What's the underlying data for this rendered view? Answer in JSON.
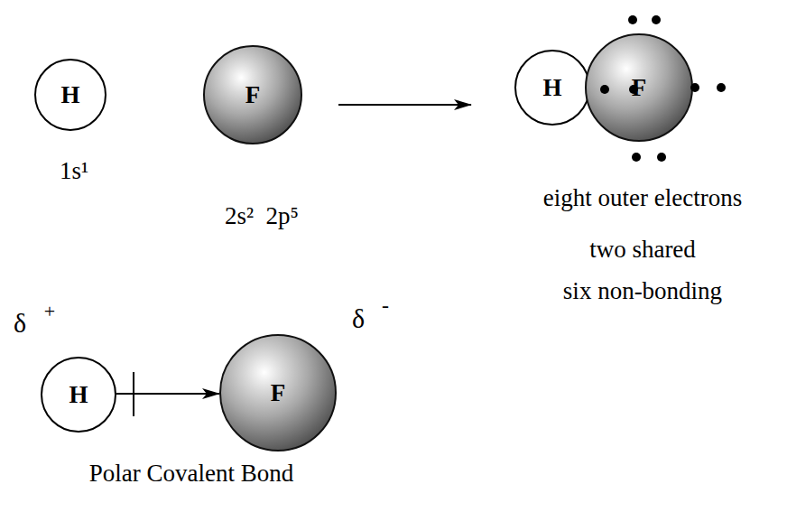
{
  "diagram": {
    "nodes": [
      {
        "text": [
          "H"
        ]
      },
      {
        "text": [
          "F"
        ]
      },
      {
        "text": [
          "H"
        ]
      },
      {
        "text": [
          "F"
        ]
      },
      {
        "text": [
          "H"
        ]
      },
      {
        "text": [
          "F"
        ]
      }
    ],
    "edges": [
      {
        "from": 1,
        "to": 2,
        "arrow": "to"
      },
      {
        "from": 4,
        "to": 5,
        "arrow": "to"
      }
    ],
    "labels": [
      "1s¹",
      "2s²  2p⁵",
      "eight outer electrons",
      "two shared",
      "six non-bonding",
      "δ",
      "+",
      "δ",
      "-",
      "Polar Covalent Bond"
    ]
  }
}
